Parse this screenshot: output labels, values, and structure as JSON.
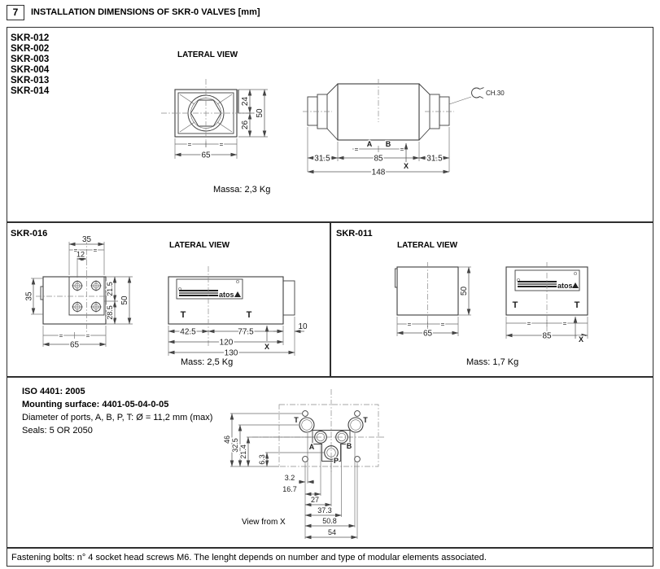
{
  "header": {
    "section_number": "7",
    "title": "INSTALLATION DIMENSIONS OF SKR-0 VALVES [mm]"
  },
  "top": {
    "models": [
      "SKR-012",
      "SKR-002",
      "SKR-003",
      "SKR-004",
      "SKR-013",
      "SKR-014"
    ],
    "lateral_view_label": "LATERAL VIEW",
    "mass": "Massa: 2,3 Kg",
    "front_view": {
      "dim_top": "24",
      "dim_bottom": "26",
      "dim_total": "50",
      "dim_width": "65",
      "eq": "="
    },
    "side_view": {
      "wrench_label": "CH.30",
      "port_a": "A",
      "port_b": "B",
      "dim_left": "31.5",
      "dim_center": "85",
      "dim_right": "31.5",
      "dim_total": "148",
      "x_label": "X",
      "eq": "="
    }
  },
  "skr016": {
    "title": "SKR-016",
    "lateral_view_label": "LATERAL VIEW",
    "mass": "Mass: 2,5 Kg",
    "front_view": {
      "dim_face_width": "35",
      "dim_12": "12",
      "dim_height_left": "35",
      "dim_21_5": "21.5",
      "dim_28_5": "28.5",
      "dim_50": "50",
      "dim_65": "65",
      "eq": "="
    },
    "lateral_view": {
      "logo_text": "atos",
      "t_left": "T",
      "t_right": "T",
      "dim_42_5": "42.5",
      "dim_77_5": "77.5",
      "dim_10": "10",
      "dim_120": "120",
      "dim_130": "130",
      "x_label": "X"
    }
  },
  "skr011": {
    "title": "SKR-011",
    "lateral_view_label": "LATERAL VIEW",
    "mass": "Mass: 1,7 Kg",
    "end_view": {
      "dim_50": "50",
      "dim_65": "65",
      "eq": "="
    },
    "lateral_view": {
      "logo_text": "atos",
      "t_left": "T",
      "t_right": "T",
      "dim_85": "85",
      "x_label": "X",
      "eq": "="
    }
  },
  "iso": {
    "standard": "ISO 4401: 2005",
    "mounting_surface": "Mounting surface: 4401-05-04-0-05",
    "ports_diameter": "Diameter of ports, A, B, P, T: Ø = 11,2 mm (max)",
    "seals": "Seals: 5 OR 2050",
    "view_from_x": "View from X",
    "drawing": {
      "t_left": "T",
      "t_right": "T",
      "a": "A",
      "b": "B",
      "p": "P",
      "dim_46": "46",
      "dim_32_5": "32.5",
      "dim_21_4": "21.4",
      "dim_6_3": "6.3",
      "dim_3_2": "3.2",
      "dim_16_7": "16.7",
      "dim_27": "27",
      "dim_37_3": "37.3",
      "dim_50_8": "50.8",
      "dim_54": "54"
    }
  },
  "footer": {
    "note": "Fastening bolts: n° 4 socket head screws M6. The lenght depends on number and type of modular elements associated."
  }
}
